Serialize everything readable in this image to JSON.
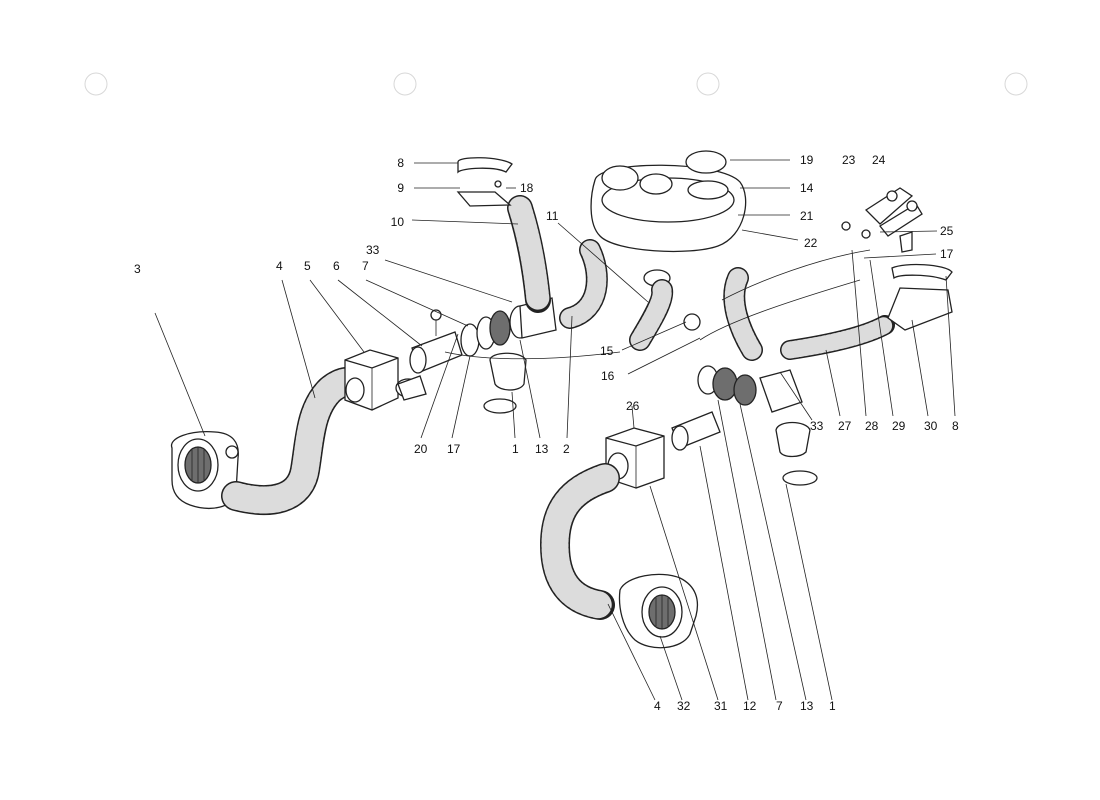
{
  "diagram": {
    "callouts": [
      {
        "id": "c8a",
        "text": "8"
      },
      {
        "id": "c9",
        "text": "9"
      },
      {
        "id": "c10",
        "text": "10"
      },
      {
        "id": "c18",
        "text": "18"
      },
      {
        "id": "c11",
        "text": "11"
      },
      {
        "id": "c19",
        "text": "19"
      },
      {
        "id": "c23",
        "text": "23"
      },
      {
        "id": "c24",
        "text": "24"
      },
      {
        "id": "c14",
        "text": "14"
      },
      {
        "id": "c21",
        "text": "21"
      },
      {
        "id": "c25",
        "text": "25"
      },
      {
        "id": "c22",
        "text": "22"
      },
      {
        "id": "c17a",
        "text": "17"
      },
      {
        "id": "c3",
        "text": "3"
      },
      {
        "id": "c4a",
        "text": "4"
      },
      {
        "id": "c5",
        "text": "5"
      },
      {
        "id": "c6",
        "text": "6"
      },
      {
        "id": "c7a",
        "text": "7"
      },
      {
        "id": "c33a",
        "text": "33"
      },
      {
        "id": "c15",
        "text": "15"
      },
      {
        "id": "c16",
        "text": "16"
      },
      {
        "id": "c20",
        "text": "20"
      },
      {
        "id": "c17b",
        "text": "17"
      },
      {
        "id": "c1a",
        "text": "1"
      },
      {
        "id": "c13a",
        "text": "13"
      },
      {
        "id": "c2",
        "text": "2"
      },
      {
        "id": "c26",
        "text": "26"
      },
      {
        "id": "c33b",
        "text": "33"
      },
      {
        "id": "c27",
        "text": "27"
      },
      {
        "id": "c28",
        "text": "28"
      },
      {
        "id": "c29",
        "text": "29"
      },
      {
        "id": "c30",
        "text": "30"
      },
      {
        "id": "c8b",
        "text": "8"
      },
      {
        "id": "c4b",
        "text": "4"
      },
      {
        "id": "c32",
        "text": "32"
      },
      {
        "id": "c31",
        "text": "31"
      },
      {
        "id": "c12",
        "text": "12"
      },
      {
        "id": "c7b",
        "text": "7"
      },
      {
        "id": "c13b",
        "text": "13"
      },
      {
        "id": "c1b",
        "text": "1"
      }
    ]
  }
}
